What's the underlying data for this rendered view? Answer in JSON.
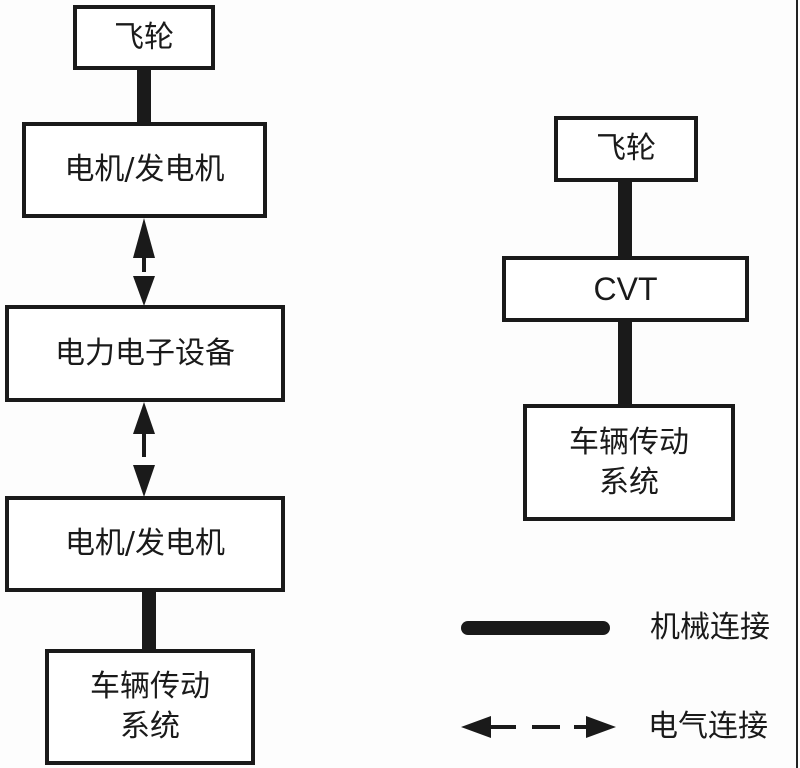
{
  "diagram": {
    "left_chain": {
      "flywheel": "飞轮",
      "motor_generator_top": "电机/发电机",
      "power_electronics": "电力电子设备",
      "motor_generator_bottom": "电机/发电机",
      "vehicle_drive": [
        "车辆传动",
        "系统"
      ]
    },
    "right_chain": {
      "flywheel": "飞轮",
      "cvt": "CVT",
      "vehicle_drive": [
        "车辆传动",
        "系统"
      ]
    },
    "legend": {
      "mechanical": "机械连接",
      "electrical": "电气连接"
    },
    "colors": {
      "line": "#1a1a1a",
      "background": "#fdfdfd"
    }
  }
}
